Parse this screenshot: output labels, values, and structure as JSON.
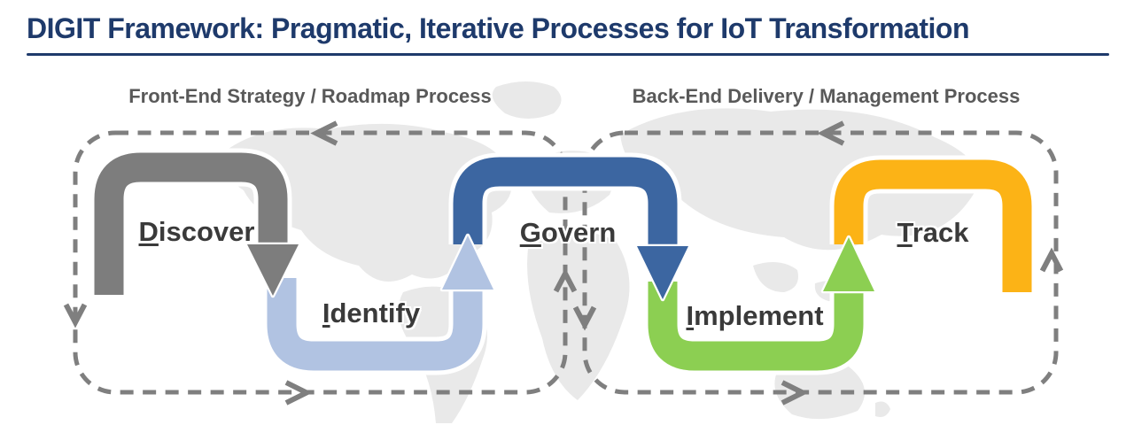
{
  "title": "DIGIT Framework: Pragmatic, Iterative Processes for IoT Transformation",
  "sections": {
    "front_end": "Front-End Strategy / Roadmap Process",
    "back_end": "Back-End Delivery / Management Process"
  },
  "steps": [
    {
      "id": "discover",
      "label": "Discover",
      "color": "#7d7d7d"
    },
    {
      "id": "identify",
      "label": "Identify",
      "color": "#b1c3e2"
    },
    {
      "id": "govern",
      "label": "Govern",
      "color": "#3c66a1"
    },
    {
      "id": "implement",
      "label": "Implement",
      "color": "#8ccf52"
    },
    {
      "id": "track",
      "label": "Track",
      "color": "#fcb316"
    }
  ],
  "colors": {
    "title_navy": "#1e3a6b",
    "section_label_gray": "#595959",
    "loop_dash_gray": "#7f7f7f",
    "step_label_dark": "#3a3a3a",
    "map_gray": "#e9e9e9",
    "background": "#ffffff"
  }
}
